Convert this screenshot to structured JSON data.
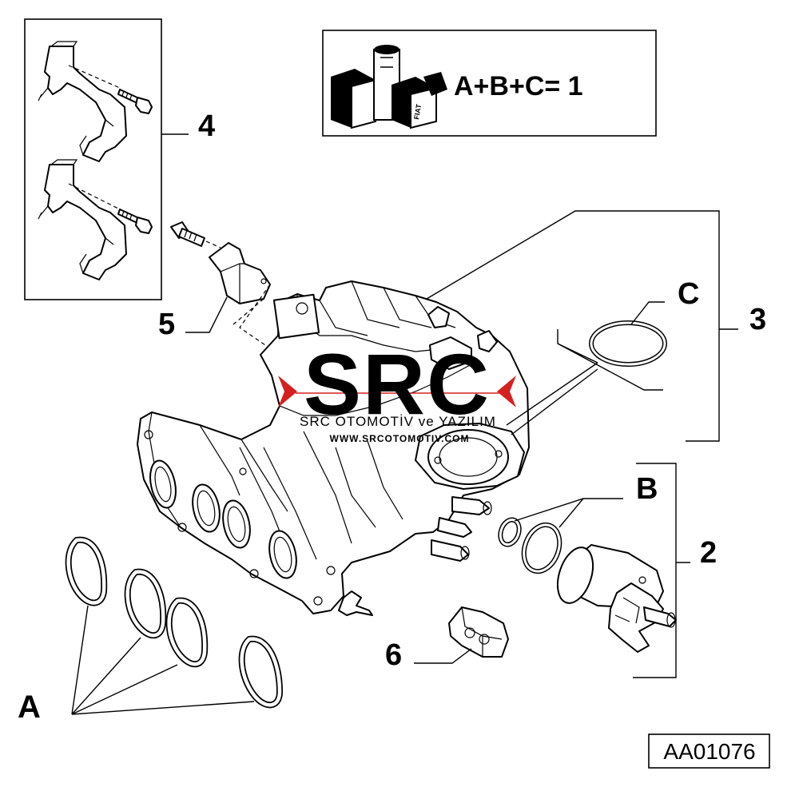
{
  "callouts": {
    "part_4": "4",
    "part_5": "5",
    "part_3": "3",
    "part_2": "2",
    "part_6": "6",
    "gasket_A": "A",
    "gasket_B": "B",
    "gasket_C": "C"
  },
  "kit_formula": "A+B+C= 1",
  "kit_brand_mark": "FIAT",
  "reference_code": "AA01076",
  "watermark": {
    "title": "SRC",
    "subtitle": "SRC OTOMOTİV ve YAZILIM",
    "url": "WWW.SRCOTOMOTIV.COM",
    "accent_color": "#d62020"
  }
}
